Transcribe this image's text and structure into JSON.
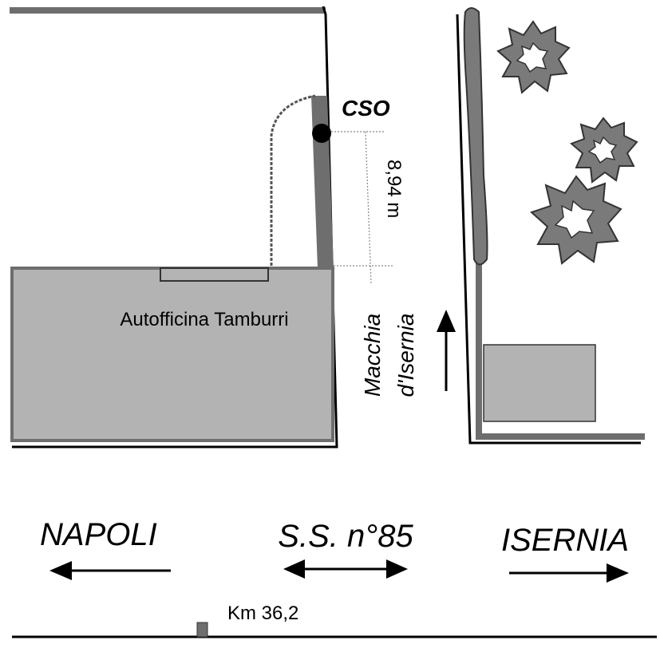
{
  "labels": {
    "cso": "CSO",
    "distance": "8,94 m",
    "building": "Autofficina Tamburri",
    "road_name_line1": "Macchia",
    "road_name_line2": "d'Isernia",
    "dir_left": "NAPOLI",
    "road_center": "S.S. n°85",
    "dir_right": "ISERNIA",
    "km_marker": "Km 36,2"
  },
  "colors": {
    "building_fill": "#b3b3b3",
    "wall_gray": "#6e6e6e",
    "outline": "#000000",
    "tree_fill": "#7a7a7a"
  }
}
